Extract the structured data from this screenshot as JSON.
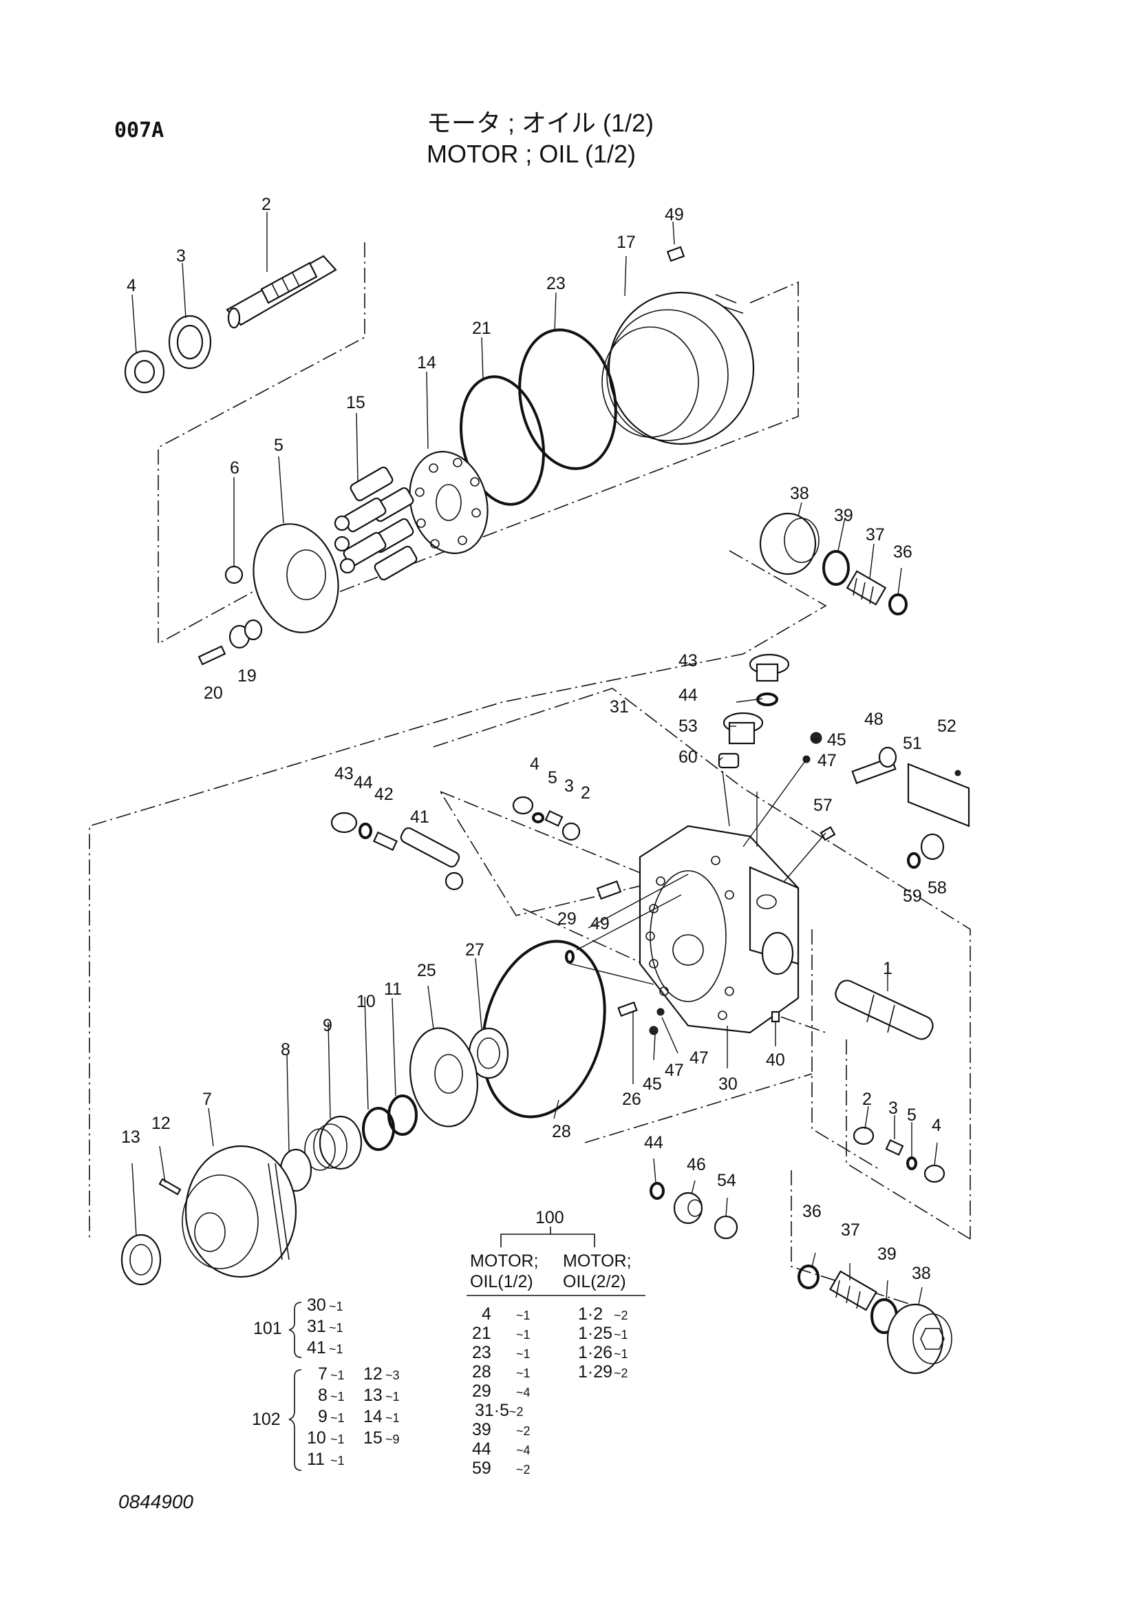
{
  "header": {
    "page_code": "007A",
    "title_jp": "モータ ; オイル (1/2)",
    "title_en": "MOTOR ; OIL (1/2)"
  },
  "footer": {
    "drawing_number": "0844900"
  },
  "callouts": [
    "2",
    "3",
    "4",
    "49",
    "17",
    "23",
    "21",
    "14",
    "15",
    "5",
    "6",
    "38",
    "39",
    "37",
    "36",
    "20",
    "19",
    "43",
    "44",
    "53",
    "60",
    "31",
    "48",
    "52",
    "51",
    "45",
    "47",
    "4",
    "5",
    "3",
    "2",
    "43",
    "44",
    "42",
    "41",
    "57",
    "59",
    "58",
    "49",
    "29",
    "27",
    "25",
    "11",
    "10",
    "9",
    "8",
    "1",
    "26",
    "45",
    "47",
    "47",
    "30",
    "40",
    "28",
    "2",
    "3",
    "5",
    "4",
    "7",
    "12",
    "13",
    "44",
    "46",
    "54",
    "36",
    "37",
    "39",
    "38"
  ],
  "assembly_table": {
    "group_number": "100",
    "col1_header_line1": "MOTOR;",
    "col1_header_line2": "OIL(1/2)",
    "col2_header_line1": "MOTOR;",
    "col2_header_line2": "OIL(2/2)",
    "col1_rows": [
      {
        "part": "4",
        "qty": "~1"
      },
      {
        "part": "21",
        "qty": "~1"
      },
      {
        "part": "23",
        "qty": "~1"
      },
      {
        "part": "28",
        "qty": "~1"
      },
      {
        "part": "29",
        "qty": "~4"
      },
      {
        "part": "31·5",
        "qty": "~2"
      },
      {
        "part": "39",
        "qty": "~2"
      },
      {
        "part": "44",
        "qty": "~4"
      },
      {
        "part": "59",
        "qty": "~2"
      }
    ],
    "col2_rows": [
      {
        "part": "1·2",
        "qty": "~2"
      },
      {
        "part": "1·25",
        "qty": "~1"
      },
      {
        "part": "1·26",
        "qty": "~1"
      },
      {
        "part": "1·29",
        "qty": "~2"
      }
    ]
  },
  "kit_101": {
    "label": "101",
    "items": [
      {
        "part": "30",
        "qty": "~1"
      },
      {
        "part": "31",
        "qty": "~1"
      },
      {
        "part": "41",
        "qty": "~1"
      }
    ]
  },
  "kit_102": {
    "label": "102",
    "col1": [
      {
        "part": "7",
        "qty": "~1"
      },
      {
        "part": "8",
        "qty": "~1"
      },
      {
        "part": "9",
        "qty": "~1"
      },
      {
        "part": "10",
        "qty": "~1"
      },
      {
        "part": "11",
        "qty": "~1"
      }
    ],
    "col2": [
      {
        "part": "12",
        "qty": "~3"
      },
      {
        "part": "13",
        "qty": "~1"
      },
      {
        "part": "14",
        "qty": "~1"
      },
      {
        "part": "15",
        "qty": "~9"
      }
    ]
  }
}
